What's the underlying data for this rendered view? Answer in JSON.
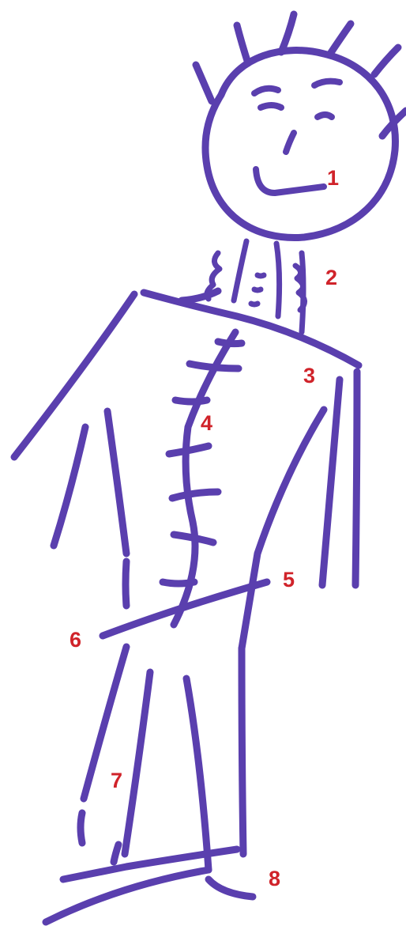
{
  "colors": {
    "ink": "#5a3fae",
    "ink_dark": "#4a35a0",
    "label": "#d0232a",
    "background": "#ffffff"
  },
  "labels": [
    {
      "id": "1",
      "text": "1"
    },
    {
      "id": "2",
      "text": "2"
    },
    {
      "id": "3",
      "text": "3"
    },
    {
      "id": "4",
      "text": "4"
    },
    {
      "id": "5",
      "text": "5"
    },
    {
      "id": "6",
      "text": "6"
    },
    {
      "id": "7",
      "text": "7"
    },
    {
      "id": "8",
      "text": "8"
    }
  ]
}
